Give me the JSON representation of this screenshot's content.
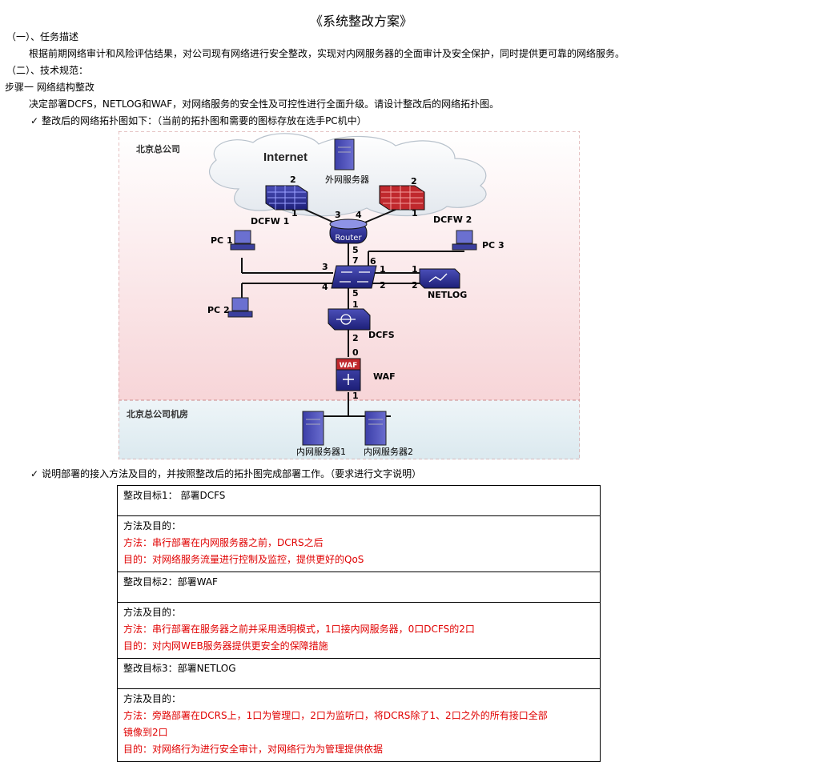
{
  "doc": {
    "title": "《系统整改方案》",
    "section1_heading": "（一）、任务描述",
    "section1_body": "根据前期网络审计和风险评估结果，对公司现有网络进行安全整改，实现对内网服务器的全面审计及安全保护，同时提供更可靠的网络服务。",
    "section2_heading": "（二）、技术规范：",
    "step1_heading": "步骤一  网络结构整改",
    "step1_body": "决定部署DCFS，NETLOG和WAF，对网络服务的安全性及可控性进行全面升级。请设计整改后的网络拓扑图。",
    "bullet1": "整改后的网络拓扑图如下：（当前的拓扑图和需要的图标存放在选手PC机中）",
    "bullet2": "说明部署的接入方法及目的，并按照整改后的拓扑图完成部署工作。（要求进行文字说明）",
    "check_glyph": "✓"
  },
  "diagram": {
    "zone_top": "北京总公司",
    "zone_bottom": "北京总公司机房",
    "internet": "Internet",
    "ext_server": "外网服务器",
    "dcfw1": "DCFW 1",
    "dcfw2": "DCFW 2",
    "router": "Router",
    "pc1": "PC 1",
    "pc2": "PC 2",
    "pc3": "PC 3",
    "netlog": "NETLOG",
    "dcfs": "DCFS",
    "waf": "WAF",
    "waf_badge": "WAF",
    "int_server1": "内网服务器1",
    "int_server2": "内网服务器2",
    "ports": {
      "dcfw1_top": "2",
      "dcfw1_bottom": "1",
      "dcfw2_top": "2",
      "dcfw2_bottom": "1",
      "router_left": "3",
      "router_right": "4",
      "router_bottom": "5",
      "switch_top": "7",
      "switch_left_top": "3",
      "switch_left_bottom": "4",
      "switch_right_top": "6",
      "switch_r1": "1",
      "switch_r2": "2",
      "switch_bottom": "5",
      "netlog_1": "1",
      "netlog_2": "2",
      "dcfs_top": "1",
      "dcfs_bottom": "2",
      "waf_top": "0",
      "waf_bottom": "1"
    }
  },
  "plan": {
    "goal1": "整改目标1： 部署DCFS",
    "method_label": "方法及目的：",
    "goal1_method": "方法：串行部署在内网服务器之前，DCRS之后",
    "goal1_purpose": "目的：对网络服务流量进行控制及监控，提供更好的QoS",
    "goal2": "整改目标2：部署WAF",
    "goal2_method": "方法：串行部署在服务器之前并采用透明模式，1口接内网服务器，0口DCFS的2口",
    "goal2_purpose": "目的：对内网WEB服务器提供更安全的保障措施",
    "goal3": "整改目标3：部署NETLOG",
    "goal3_method_a": "方法：旁路部署在DCRS上，1口为管理口，2口为监听口，将DCRS除了1、2口之外的所有接口全部",
    "goal3_method_b": "镜像到2口",
    "goal3_purpose": "目的：对网络行为进行安全审计，对网络行为为管理提供依据"
  }
}
